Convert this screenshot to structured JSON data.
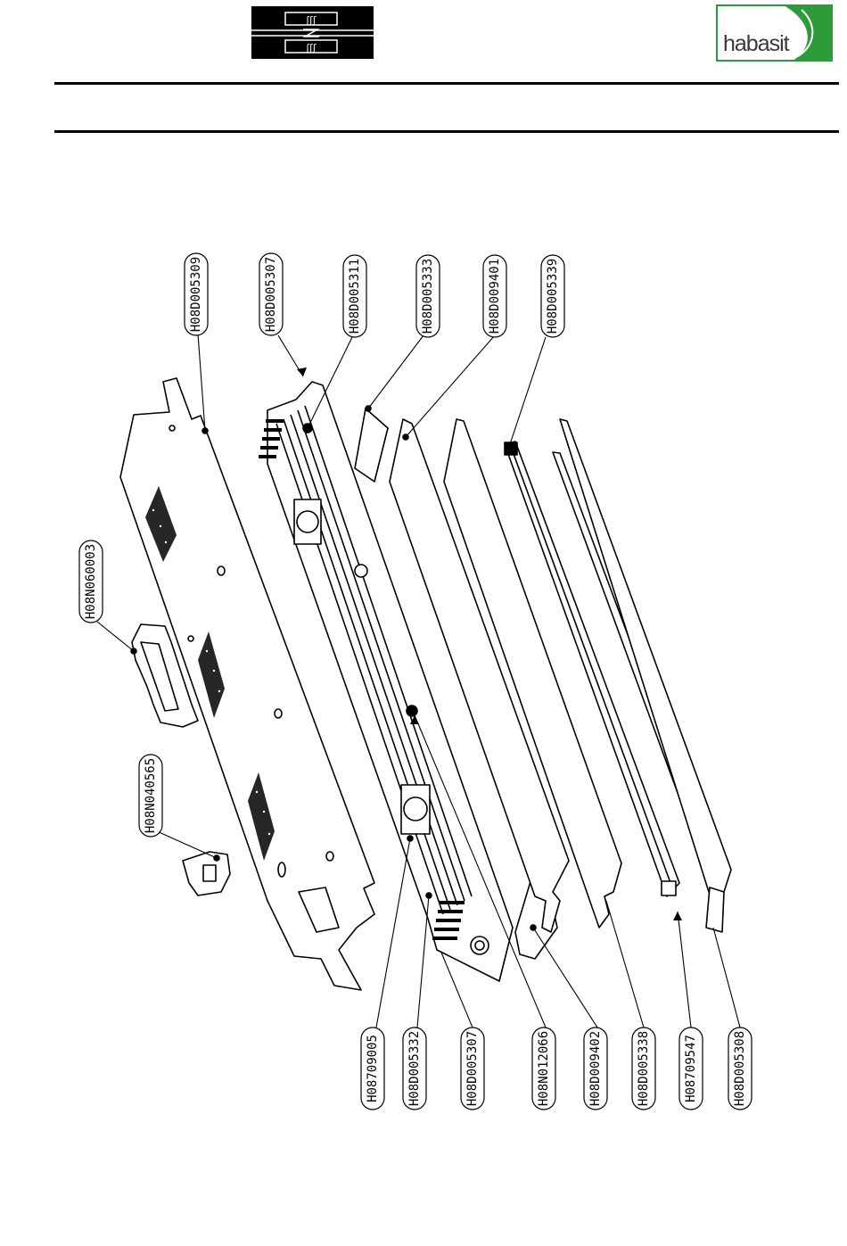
{
  "header": {
    "brand": "habasit",
    "brand_color": "#2e9b3a",
    "badge_icon": "heat-press-icon",
    "badge_glyph": "ʃʃʃ"
  },
  "callouts_top": [
    "H08D005309",
    "H08D005307",
    "H08D005311",
    "H08D005333",
    "H08D009401",
    "H08D005339"
  ],
  "callouts_left": [
    "H08N060003",
    "H08N040565"
  ],
  "callouts_bottom": [
    "H08709005",
    "H08D005332",
    "H08D005307",
    "H08N012066",
    "H08D009402",
    "H08D005338",
    "H08709547",
    "H08D005308"
  ]
}
